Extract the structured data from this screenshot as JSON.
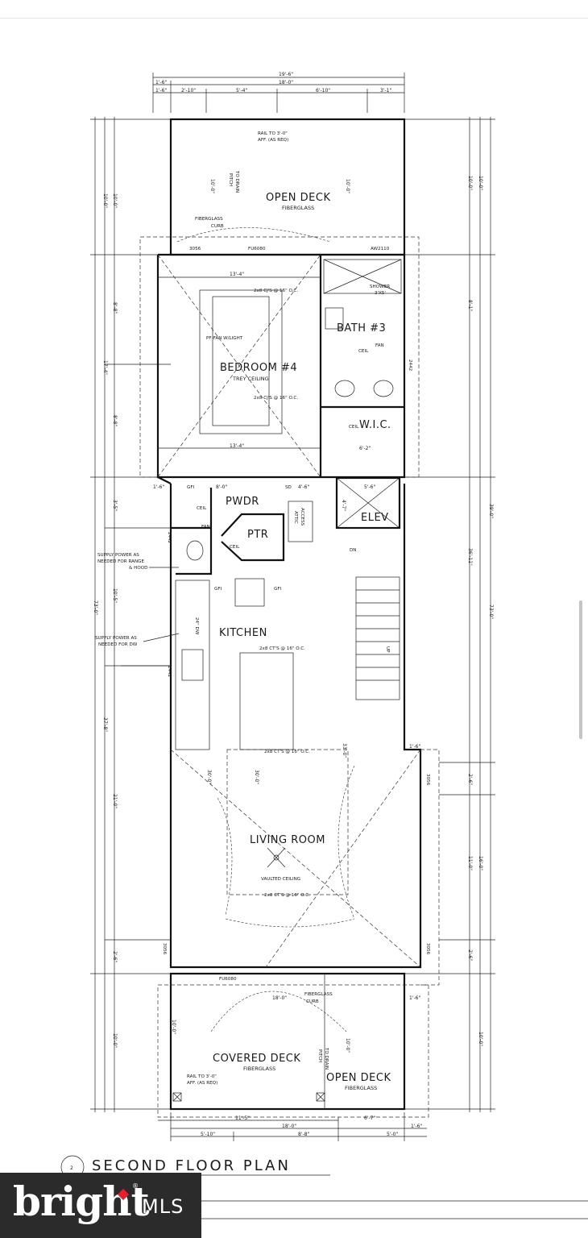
{
  "plan": {
    "title": "SECOND FLOOR PLAN",
    "title_number": "2",
    "rooms": {
      "open_deck_top": "OPEN DECK",
      "bedroom": "BEDROOM #4",
      "bath": "BATH #3",
      "wic": "W.I.C.",
      "pwdr": "PWDR",
      "ptr": "PTR",
      "elev": "ELEV",
      "kitchen": "KITCHEN",
      "living_room": "LIVING ROOM",
      "covered_deck": "COVERED DECK",
      "open_deck_bottom": "OPEN DECK"
    },
    "notes": {
      "fiberglass_top": "FIBERGLASS",
      "rail_top_1": "RAIL TO 3'-0\"",
      "rail_top_2": "AFF. (AS REQ)",
      "pitch_1": "PITCH",
      "pitch_2": "TO DRAIN",
      "fiberglass_curb_1": "FIBERGLASS",
      "fiberglass_curb_2": "CURB",
      "fu_door_top": "FU6080",
      "awn_top": "AW2110",
      "shower_1": "SHOWER",
      "shower_2": "3'X5'",
      "pf_fan": "PF-FAN W/LIGHT",
      "trey_ceiling": "TREY CEILING",
      "joists_bed_1": "2x8 CJ'S @ 16\" O.C.",
      "joists_bed_2": "2x8 CJ'S @ 16\" O.C.",
      "ceil_bath": "CEIL",
      "fan_bath": "FAN",
      "ceil_wic": "CEIL",
      "ceil_pwdr": "CEIL",
      "fan_pwdr": "FAN",
      "ceil_ptr": "CEIL",
      "attic_1": "ATTIC",
      "attic_2": "ACCESS",
      "supply_range_1": "SUPPLY POWER AS",
      "supply_range_2": "NEEDED FOR RANGE",
      "supply_range_3": "& HOOD",
      "supply_dw_1": "SUPPLY POWER AS",
      "supply_dw_2": "NEEDED FOR DW",
      "dw": "24\" DW",
      "joists_kitchen": "2x8 CT'S @ 16\" O.C.",
      "joists_living_1": "2x8 CT'S @ 16\" O.C.",
      "joists_living_2": "2x8 CT'S @ 16\" O.C.",
      "vaulted": "VAULTED CEILING",
      "fu_door_bottom": "FU6080",
      "fiberglass_curb_b1": "FIBERGLASS",
      "fiberglass_curb_b2": "CURB",
      "pitch_b1": "PITCH",
      "pitch_b2": "TO DRAIN",
      "rail_bot_1": "RAIL TO 3'-0\"",
      "rail_bot_2": "AFF. (AS REQ)",
      "fiberglass_covered": "FIBERGLASS",
      "fiberglass_open_bot": "FIBERGLASS",
      "up": "UP",
      "dn": "DN",
      "gfi": "GFI",
      "sd": "SD"
    },
    "dims": {
      "top_overall": "19'-6\"",
      "top_1": "1'-6\"",
      "top_2": "18'-0\"",
      "top_3": "1'-6\"",
      "top_4": "2'-10\"",
      "top_5": "5'-4\"",
      "top_6": "6'-10\"",
      "top_7": "3'-1\"",
      "left_deck_1": "10'-0\"",
      "left_deck_2": "10'-0\"",
      "left_bed_1": "8'-8\"",
      "left_bed_2": "17'-4\"",
      "left_bed_3": "8'-8\"",
      "left_mid_1": "1'-6\"",
      "left_pwdr": "3'-5\"",
      "left_kit": "10'-5\"",
      "left_overall": "73'-0\"",
      "left_main": "37'-8\"",
      "left_living": "21'-0\"",
      "left_bot_1": "2'-6\"",
      "left_bot_2": "10'-0\"",
      "right_deck_1": "10'-0\"",
      "right_deck_2": "10'-0\"",
      "right_bath": "8'-1\"",
      "right_overall_1": "39'-0\"",
      "right_overall_2": "36'-11\"",
      "right_overall_3": "73'-0\"",
      "right_liv_1": "2'-6\"",
      "right_liv_2": "11'-0\"",
      "right_liv_3": "16'-0\"",
      "right_liv_4": "2'-6\"",
      "right_bot": "10'-0\"",
      "bed_width_1": "13'-4\"",
      "bed_width_2": "13'-4\"",
      "bath_width": "6'-2\"",
      "elev_width": "5'-6\"",
      "pwdr_width": "8'-0\"",
      "ptr_width": "4'-6\"",
      "elev_height": "4'-7\"",
      "win_3056_a": "3056",
      "win_3056_b": "3056",
      "win_3056_c": "3056",
      "win_3056_d": "3056",
      "win_2442_a": "2442",
      "win_2442_b": "2442",
      "win_2442_c": "2442",
      "bot_overall_1": "11'-5\"",
      "bot_overall_2": "18'-0\"",
      "bot_1": "5'-10\"",
      "bot_2": "8'-8\"",
      "bot_3": "5'-0\"",
      "bot_4": "6'-7\"",
      "bot_5": "1'-6\"",
      "bot_6": "18'-0\"",
      "bot_7": "1'-6\"",
      "stair_1": "1'-6\"",
      "vert_30_a": "30'-0\"",
      "vert_30_b": "30'-0\"",
      "vert_33_a": "33'-0\""
    }
  },
  "watermark": {
    "brand": "bright",
    "mls": "MLS",
    "reg": "®"
  }
}
